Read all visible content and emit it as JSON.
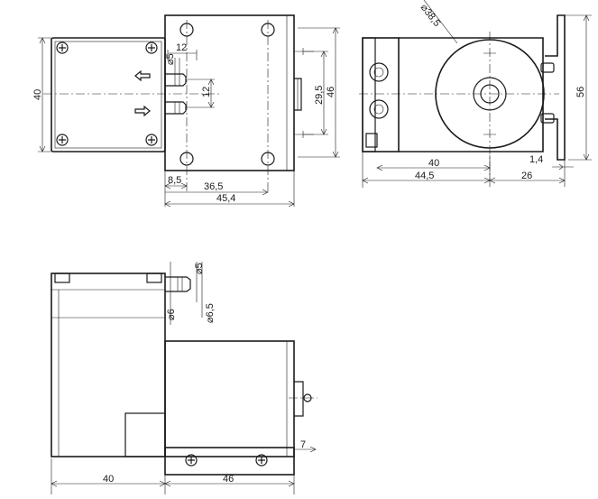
{
  "dimensions": {
    "front_top_12": "12",
    "front_dia_5": "⌀5",
    "front_spacing_12": "12",
    "front_height_40": "40",
    "front_height_29_5": "29,5",
    "front_height_46": "46",
    "front_hole_8_5": "8,5",
    "front_hole_36_5": "36,5",
    "front_total_45_4": "45,4",
    "side_dia_38_5": "⌀38,5",
    "side_width_40": "40",
    "side_width_44_5": "44,5",
    "side_bracket_26": "26",
    "side_bracket_1_4": "1,4",
    "side_height_56": "56",
    "bottom_dia_5": "⌀5",
    "bottom_dia_6": "⌀6",
    "bottom_dia_6_5": "⌀6,5",
    "bottom_width_40": "40",
    "bottom_width_46": "46",
    "bottom_shaft_7": "7"
  }
}
